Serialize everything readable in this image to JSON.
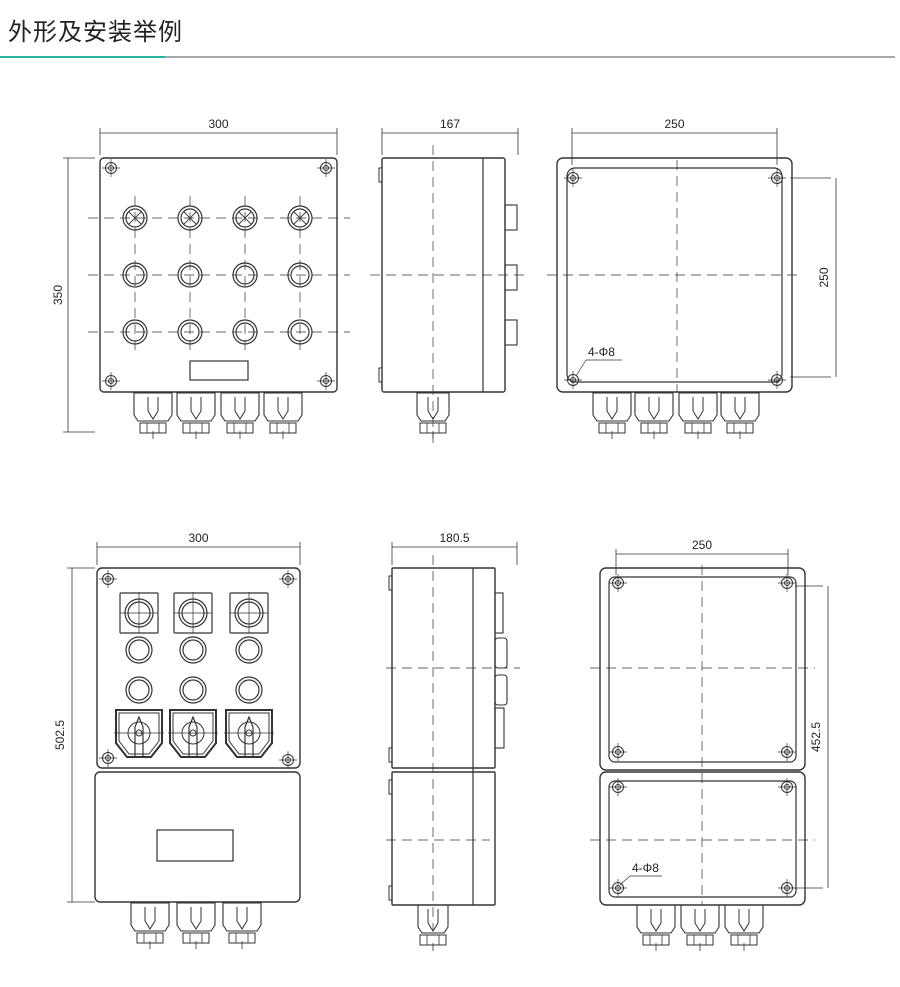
{
  "header": {
    "title": "外形及安装举例",
    "accent_color": "#2bb3a0"
  },
  "drawings": {
    "top_front": {
      "width_label": "300",
      "height_label": "350"
    },
    "top_side": {
      "depth_label": "167"
    },
    "top_back": {
      "width_label": "250",
      "height_label": "250",
      "hole_note": "4-Φ8"
    },
    "bottom_front": {
      "width_label": "300",
      "height_label": "502.5"
    },
    "bottom_side": {
      "depth_label": "180.5"
    },
    "bottom_back": {
      "width_label": "250",
      "height_label": "452.5",
      "hole_note": "4-Φ8"
    }
  }
}
